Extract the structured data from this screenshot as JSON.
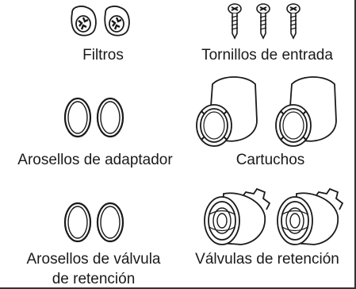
{
  "parts": {
    "filters": {
      "label": "Filtros"
    },
    "inlet_screws": {
      "label": "Tornillos de entrada"
    },
    "adapter_orings": {
      "label": "Arosellos de adaptador"
    },
    "cartridges": {
      "label": "Cartuchos"
    },
    "check_valve_orings": {
      "label_line1": "Arosellos de válvula",
      "label_line2": "de retención"
    },
    "check_valves": {
      "label": "Válvulas de retención"
    }
  },
  "colors": {
    "line": "#1a1a1a",
    "background": "#ffffff",
    "frame": "#333333"
  }
}
